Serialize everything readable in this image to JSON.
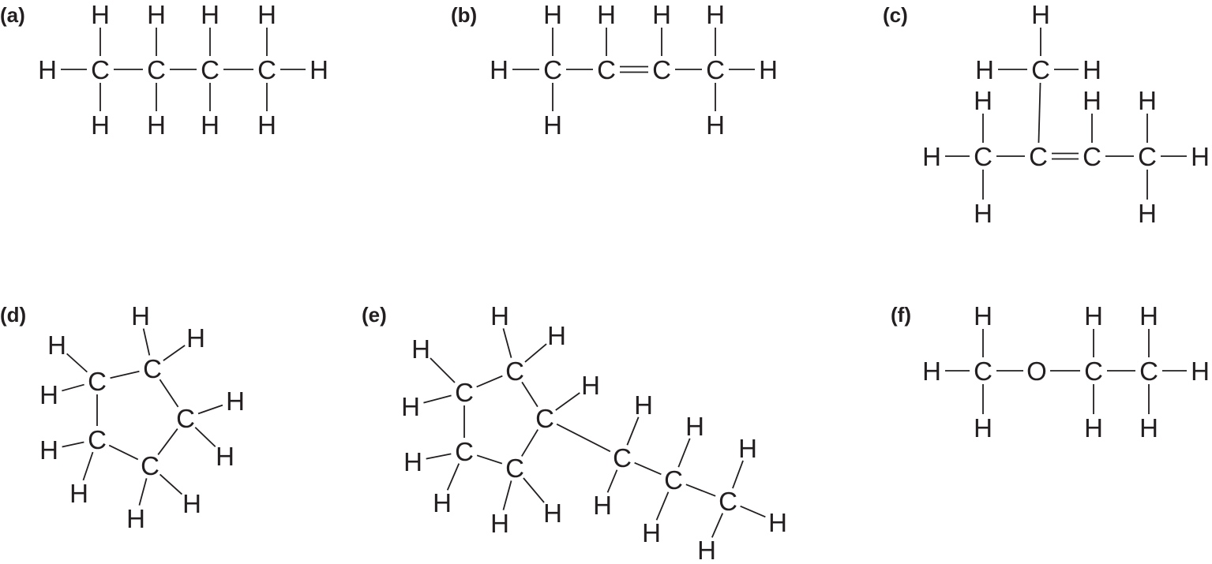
{
  "molecules": [
    {
      "label": "(a)",
      "atoms": [
        "H",
        "C",
        "C",
        "C",
        "C",
        "H",
        "H",
        "H",
        "H",
        "H",
        "H",
        "H",
        "H",
        "H"
      ],
      "bonds": [
        [
          0,
          1,
          1
        ],
        [
          1,
          2,
          1
        ],
        [
          2,
          3,
          1
        ],
        [
          3,
          4,
          1
        ],
        [
          4,
          5,
          1
        ],
        [
          1,
          6,
          1
        ],
        [
          2,
          7,
          1
        ],
        [
          3,
          8,
          1
        ],
        [
          4,
          9,
          1
        ],
        [
          1,
          10,
          1
        ],
        [
          2,
          11,
          1
        ],
        [
          3,
          12,
          1
        ],
        [
          4,
          13,
          1
        ]
      ]
    },
    {
      "label": "(b)",
      "atoms": [
        "H",
        "C",
        "C",
        "C",
        "C",
        "H",
        "H",
        "H",
        "H",
        "H",
        "H",
        "H"
      ],
      "bonds": [
        [
          0,
          1,
          1
        ],
        [
          1,
          2,
          1
        ],
        [
          2,
          3,
          2
        ],
        [
          3,
          4,
          1
        ],
        [
          4,
          5,
          1
        ],
        [
          1,
          6,
          1
        ],
        [
          2,
          7,
          1
        ],
        [
          3,
          8,
          1
        ],
        [
          4,
          9,
          1
        ],
        [
          1,
          10,
          1
        ],
        [
          4,
          11,
          1
        ]
      ]
    },
    {
      "label": "(c)",
      "atoms": [
        "H",
        "H",
        "C",
        "H",
        "H",
        "C",
        "C",
        "C",
        "C",
        "H",
        "H",
        "H",
        "H",
        "H",
        "H"
      ],
      "bonds": [
        [
          0,
          2,
          1
        ],
        [
          1,
          2,
          1
        ],
        [
          2,
          3,
          1
        ],
        [
          2,
          6,
          1
        ],
        [
          4,
          5,
          1
        ],
        [
          5,
          6,
          1
        ],
        [
          6,
          7,
          2
        ],
        [
          7,
          8,
          1
        ],
        [
          8,
          9,
          1
        ],
        [
          5,
          10,
          1
        ],
        [
          7,
          11,
          1
        ],
        [
          8,
          12,
          1
        ],
        [
          5,
          13,
          1
        ],
        [
          8,
          14,
          1
        ]
      ]
    },
    {
      "label": "(d)",
      "atoms": [
        "C",
        "C",
        "C",
        "C",
        "C",
        "H",
        "H",
        "H",
        "H",
        "H",
        "H",
        "H",
        "H",
        "H",
        "H"
      ],
      "bonds": [
        [
          0,
          1,
          1
        ],
        [
          1,
          2,
          1
        ],
        [
          2,
          3,
          1
        ],
        [
          3,
          4,
          1
        ],
        [
          4,
          0,
          1
        ],
        [
          5,
          0,
          1
        ],
        [
          6,
          1,
          1
        ],
        [
          7,
          1,
          1
        ],
        [
          8,
          0,
          1
        ],
        [
          9,
          2,
          1
        ],
        [
          10,
          2,
          1
        ],
        [
          11,
          4,
          1
        ],
        [
          12,
          4,
          1
        ],
        [
          13,
          3,
          1
        ],
        [
          14,
          3,
          1
        ]
      ]
    },
    {
      "label": "(e)",
      "atoms": [
        "C",
        "C",
        "C",
        "C",
        "C",
        "C",
        "C",
        "C",
        "H",
        "H",
        "H",
        "H",
        "H",
        "H",
        "H",
        "H",
        "H",
        "H",
        "H",
        "H",
        "H",
        "H",
        "H",
        "H"
      ],
      "bonds": [
        [
          0,
          1,
          1
        ],
        [
          1,
          2,
          1
        ],
        [
          2,
          3,
          1
        ],
        [
          3,
          4,
          1
        ],
        [
          4,
          0,
          1
        ],
        [
          2,
          5,
          1
        ],
        [
          5,
          6,
          1
        ],
        [
          6,
          7,
          1
        ],
        [
          8,
          0,
          1
        ],
        [
          9,
          0,
          1
        ],
        [
          10,
          1,
          1
        ],
        [
          11,
          1,
          1
        ],
        [
          12,
          2,
          1
        ],
        [
          13,
          4,
          1
        ],
        [
          14,
          4,
          1
        ],
        [
          15,
          3,
          1
        ],
        [
          16,
          3,
          1
        ],
        [
          17,
          5,
          1
        ],
        [
          18,
          5,
          1
        ],
        [
          19,
          6,
          1
        ],
        [
          20,
          6,
          1
        ],
        [
          21,
          7,
          1
        ],
        [
          22,
          7,
          1
        ],
        [
          23,
          7,
          1
        ]
      ]
    },
    {
      "label": "(f)",
      "atoms": [
        "H",
        "C",
        "O",
        "C",
        "C",
        "H",
        "H",
        "H",
        "H",
        "H",
        "H",
        "H"
      ],
      "bonds": [
        [
          0,
          1,
          1
        ],
        [
          1,
          2,
          1
        ],
        [
          2,
          3,
          1
        ],
        [
          3,
          4,
          1
        ],
        [
          4,
          5,
          1
        ],
        [
          1,
          6,
          1
        ],
        [
          3,
          7,
          1
        ],
        [
          4,
          8,
          1
        ],
        [
          1,
          9,
          1
        ],
        [
          3,
          10,
          1
        ],
        [
          4,
          11,
          1
        ]
      ]
    }
  ]
}
